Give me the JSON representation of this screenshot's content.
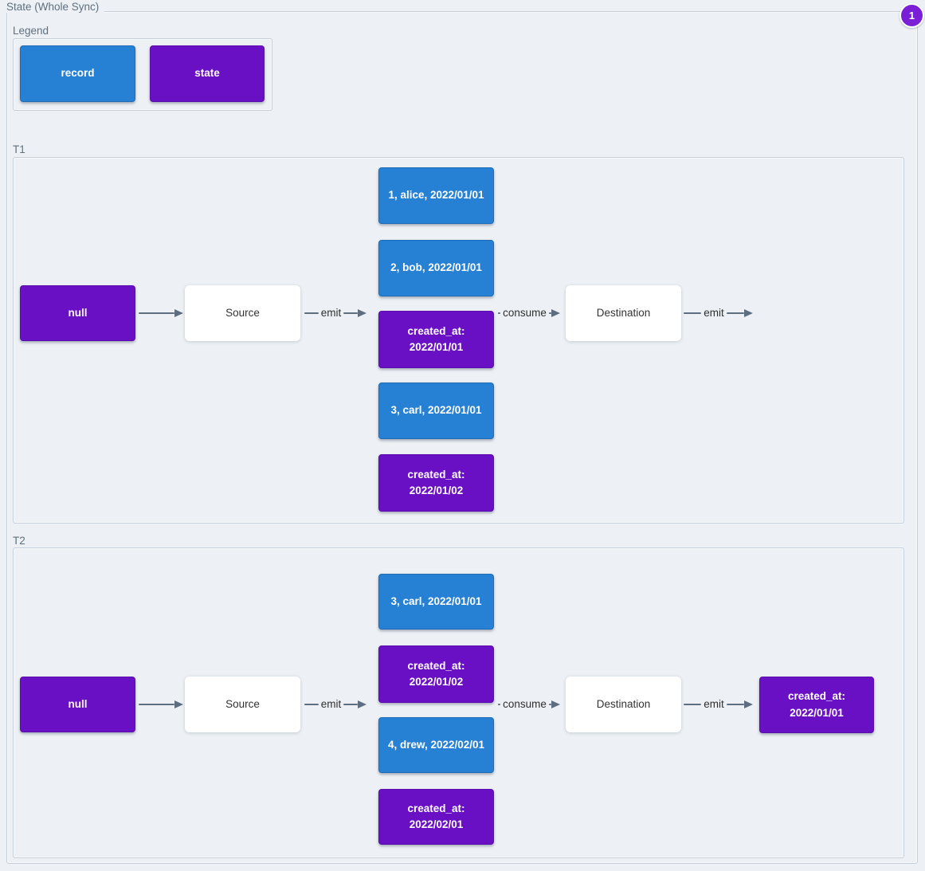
{
  "title": "State (Whole Sync)",
  "badge": {
    "label": "1"
  },
  "colors": {
    "record": "#2680d4",
    "record-border": "#1e6cb5",
    "state": "#6a10c4",
    "state-border": "#5a0dad",
    "badge": "#7b1fd6",
    "arrow": "#5d6e80",
    "canvas-bg": "#edf1f5",
    "container-border": "#c6cfda"
  },
  "legend": {
    "title": "Legend",
    "record_label": "record",
    "state_label": "state"
  },
  "t1": {
    "title": "T1",
    "null_label": "null",
    "source_label": "Source",
    "destination_label": "Destination",
    "emit_label": "emit",
    "consume_label": "consume",
    "emit_out_label": "emit",
    "records": [
      {
        "text": "1, alice, 2022/01/01",
        "type": "record"
      },
      {
        "text": "2, bob, 2022/01/01",
        "type": "record"
      },
      {
        "text": "created_at: 2022/01/01",
        "type": "state"
      },
      {
        "text": "3, carl, 2022/01/01",
        "type": "record"
      },
      {
        "text": "created_at: 2022/01/02",
        "type": "state"
      }
    ]
  },
  "t2": {
    "title": "T2",
    "null_label": "null",
    "source_label": "Source",
    "destination_label": "Destination",
    "emit_label": "emit",
    "consume_label": "consume",
    "emit_out_label": "emit",
    "records": [
      {
        "text": "3, carl, 2022/01/01",
        "type": "record"
      },
      {
        "text": "created_at: 2022/01/02",
        "type": "state"
      },
      {
        "text": "4, drew, 2022/02/01",
        "type": "record"
      },
      {
        "text": "created_at: 2022/02/01",
        "type": "state"
      }
    ],
    "emitted_state": "created_at: 2022/01/01"
  }
}
